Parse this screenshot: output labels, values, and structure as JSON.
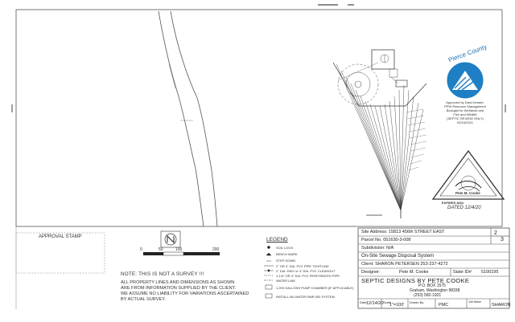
{
  "county": {
    "name": "Pierce County",
    "note_lines": [
      "Approved by Dara Kessler,",
      "PPW Resource Management",
      "Biologist for Wetlands and",
      "Fish and Wildlife",
      "(SEPTIC REVIEW ONLY)",
      "02/16/2021"
    ]
  },
  "stamp": {
    "name": "Pete M. Cooke",
    "expires": "EXPIRES 8/02/",
    "dated": "DATED 12/4/20"
  },
  "approval_stamp_label": "APPROVAL STAMP",
  "scale_bar": {
    "ticks": [
      "0",
      "50",
      "100",
      "200"
    ]
  },
  "note": {
    "title": "NOTE:  THIS IS NOT A SURVEY !!!",
    "lines": [
      "ALL PROPERTY LINES AND DIMENSIONS AS SHOWN",
      "ARE FROM INFORMATION SUPPLIED BY THE CLIENT.",
      "WE ASSUME NO LIABILITY FOR VARIATIONS ASCERTAINED",
      "BY ACTUAL SURVEY."
    ]
  },
  "legend": {
    "title": "LEGEND",
    "items": [
      "SOIL LOGS",
      "BENCH MARK",
      "STEP DOWN",
      "2\" OR 4\" DIA. PVC PIPE TIGHTLINE",
      "2\" DIA. DWV or 4\" DIA. PVC CLEANOUT",
      "1-1/4\" OR 4\" DIA. PVC PERFORATED PIPE",
      "WATER LINE",
      "1,200 GALLONS PUMP CHAMBER (IF APPLICABLE)",
      "INSTALL NU-WATER BNR 500 SYSTEM"
    ]
  },
  "title_block": {
    "site_address": "Site Address:  15813 456th STREET EAST",
    "parcel": "Parcel No.  051630-3-008",
    "subdivision": "Subdivision: N/A",
    "system": "On-Site Sewage Disposal System",
    "client": "Client:  SHARON PETERSEN 253-237-4272",
    "designer_label": "Designer:",
    "designer": "Pete M. Cooke",
    "state_id_label": "State ID#",
    "state_id": "5100195",
    "firm": "SEPTIC DESIGNS BY PETE COOKE",
    "address1": "P.O. BOX 1575",
    "address2": "Graham, Washington 98338",
    "phone": "(253) 582-1921",
    "date_label": "Date",
    "date": "12/14/20",
    "scale_label": "Scale",
    "scale": "1\"=100'",
    "drawn_label": "Drawn By",
    "drawn": "PMC",
    "job_label": "Job Name",
    "job": "SHARON",
    "sheet": "2",
    "sheets": "3"
  }
}
